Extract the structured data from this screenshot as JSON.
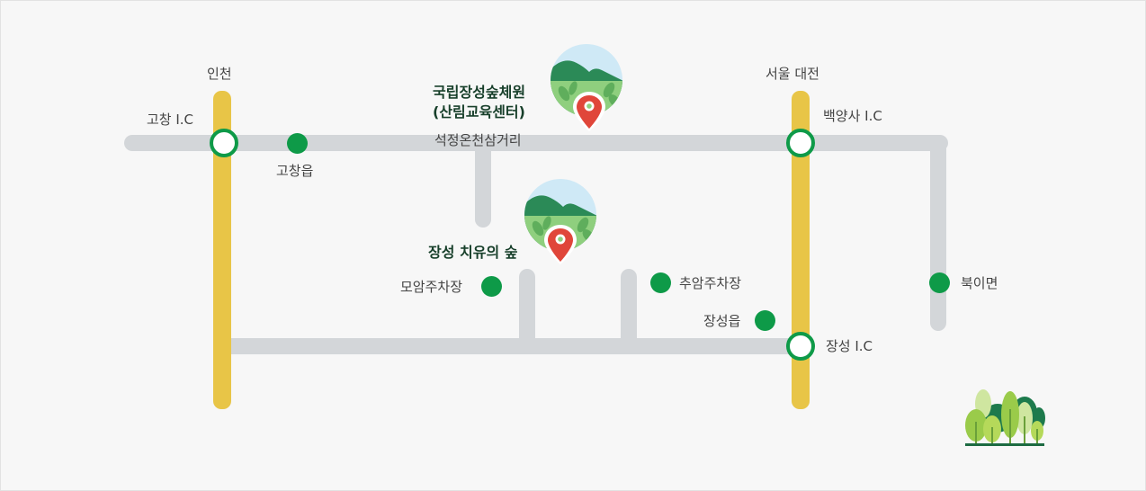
{
  "map": {
    "colors": {
      "background": "#f7f7f7",
      "local_road": "#d3d6d9",
      "highway": "#e8c547",
      "marker_green": "#0e9a48",
      "pin_red": "#e0463a",
      "label_text": "#444444",
      "landmark_text": "#173f2a"
    },
    "highway_labels": {
      "left_top": "인천",
      "right_top": "서울 대전"
    },
    "interchanges": [
      {
        "label": "고창 I.C"
      },
      {
        "label": "백양사 I.C"
      },
      {
        "label": "장성 I.C"
      }
    ],
    "places": [
      {
        "label": "고창읍"
      },
      {
        "label": "석정온천삼거리"
      },
      {
        "label": "모암주차장"
      },
      {
        "label": "추암주차장"
      },
      {
        "label": "장성읍"
      },
      {
        "label": "북이면"
      }
    ],
    "landmarks": [
      {
        "line1": "국립장성숲체원",
        "line2": "(산림교육센터)",
        "icon": "map-pin-icon"
      },
      {
        "line1": "장성 치유의 숲",
        "icon": "map-pin-icon"
      }
    ],
    "decoration": {
      "icon": "forest-icon"
    }
  }
}
